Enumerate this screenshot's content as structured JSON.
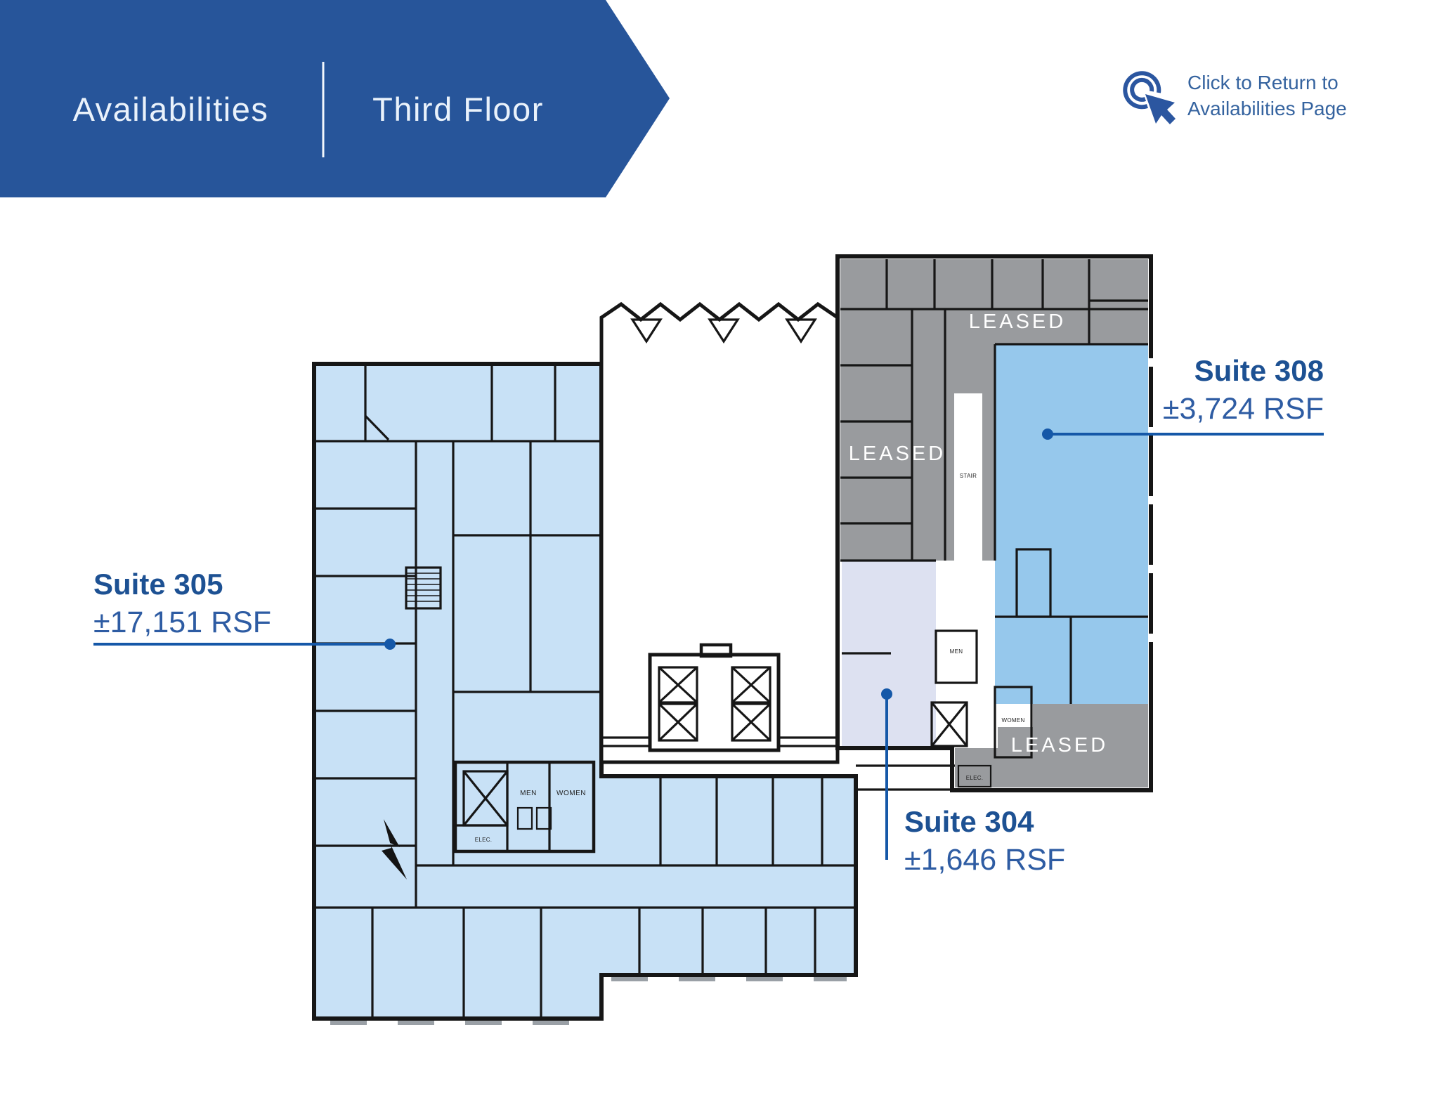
{
  "header": {
    "left_label": "Availabilities",
    "right_label": "Third Floor"
  },
  "return_link": {
    "line1": "Click to Return to",
    "line2": "Availabilities Page"
  },
  "suites": [
    {
      "name": "Suite 305",
      "rsf": "±17,151 RSF"
    },
    {
      "name": "Suite 308",
      "rsf": "±3,724 RSF"
    },
    {
      "name": "Suite 304",
      "rsf": "±1,646 RSF"
    }
  ],
  "leased": {
    "top": "LEASED",
    "left": "LEASED",
    "bottom": "LEASED"
  },
  "rooms": {
    "men": "MEN",
    "women": "WOMEN",
    "elec": "ELEC.",
    "stair": "STAIR"
  },
  "colors": {
    "banner": "#27559A",
    "link_text": "#35639F",
    "suite_305_fill": "#C8E1F6",
    "suite_308_fill": "#96C8EC",
    "suite_304_fill": "#DDE1F1",
    "leased_fill": "#999B9E",
    "leader": "#1558A8",
    "wall": "#161616",
    "label_dark": "#1D5193"
  }
}
